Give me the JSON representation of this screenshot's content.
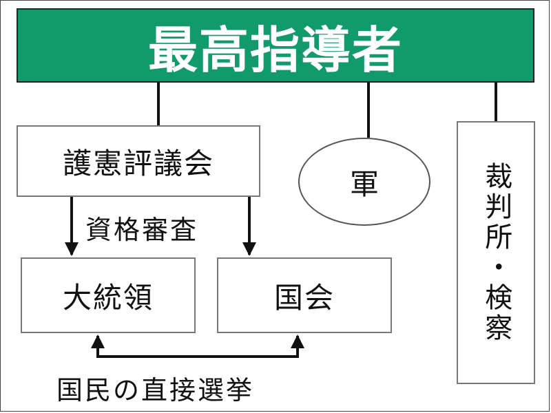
{
  "leader": {
    "title": "最高指導者"
  },
  "council": {
    "name": "護憲評議会"
  },
  "military": {
    "name": "軍"
  },
  "judiciary": {
    "name": "裁判所・検察"
  },
  "president": {
    "name": "大統領"
  },
  "parliament": {
    "name": "国会"
  },
  "labels": {
    "qualification": "資格審査",
    "election": "国民の直接選挙"
  },
  "colors": {
    "leader_bg": "#129b6a"
  }
}
